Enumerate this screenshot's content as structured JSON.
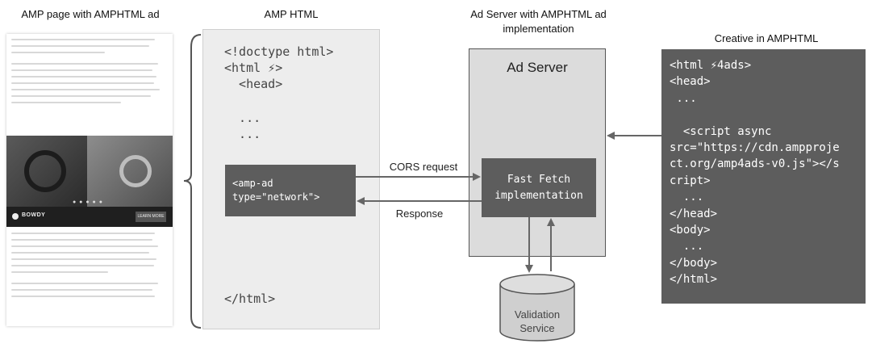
{
  "headings": {
    "amp_page": "AMP page with AMPHTML ad",
    "amp_html": "AMP HTML",
    "ad_server_line1": "Ad Server with AMPHTML ad",
    "ad_server_line2": "implementation",
    "creative": "Creative in AMPHTML"
  },
  "amp_html_code": {
    "doctype": "<!doctype html>",
    "html_open": "<html ⚡>",
    "head_open": "  <head>",
    "ellipsis1": "  ...",
    "ellipsis2": "  ...",
    "html_close": "</html>"
  },
  "amp_ad_code": {
    "line1": "<amp-ad",
    "line2": "type=\"network\">"
  },
  "ad_server": {
    "title": "Ad Server",
    "fast_fetch_line1": "Fast Fetch",
    "fast_fetch_line2": "implementation"
  },
  "validation_service": {
    "line1": "Validation",
    "line2": "Service"
  },
  "arrows": {
    "request": "CORS request",
    "response": "Response"
  },
  "creative_code": [
    "<html ⚡4ads>",
    "<head>",
    " ...",
    "",
    "  <script async",
    "src=\"https://cdn.ampproje",
    "ct.org/amp4ads-v0.js\"></s",
    "cript>",
    "  ...",
    "</head>",
    "<body>",
    "  ...",
    "</body>",
    "</html>"
  ],
  "ad_banner": {
    "brand": "BOWDY",
    "cta": "LEARN MORE",
    "dots": "● ● ● ● ●"
  },
  "colors": {
    "dark_box": "#5d5d5d",
    "light_box": "#ededed",
    "server_box": "#dcdcdc",
    "arrow": "#666666"
  }
}
